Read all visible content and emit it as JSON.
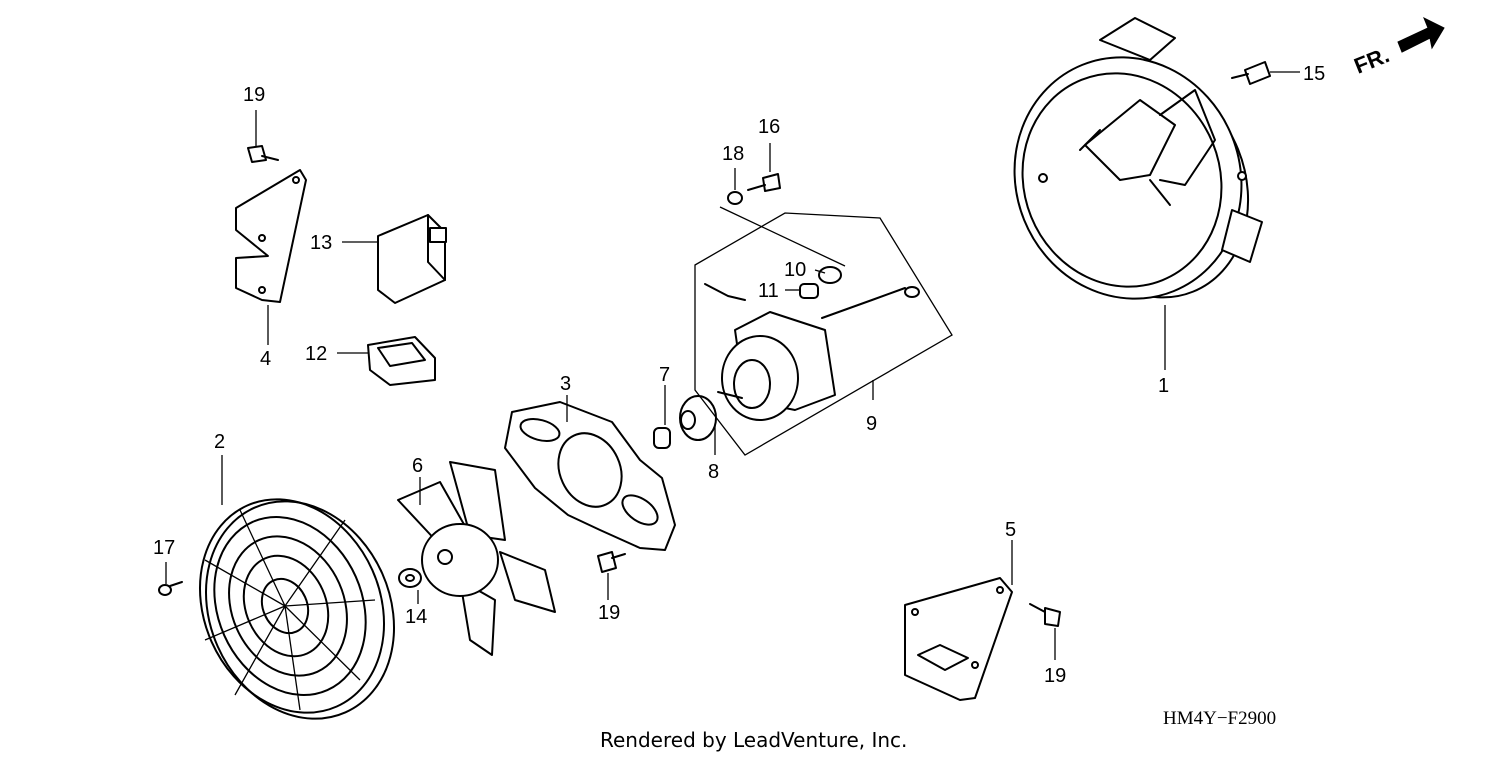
{
  "callouts": [
    {
      "id": "p1",
      "text": "1"
    },
    {
      "id": "p2",
      "text": "2"
    },
    {
      "id": "p3",
      "text": "3"
    },
    {
      "id": "p4",
      "text": "4"
    },
    {
      "id": "p5",
      "text": "5"
    },
    {
      "id": "p6",
      "text": "6"
    },
    {
      "id": "p7",
      "text": "7"
    },
    {
      "id": "p8",
      "text": "8"
    },
    {
      "id": "p9",
      "text": "9"
    },
    {
      "id": "p10",
      "text": "10"
    },
    {
      "id": "p11",
      "text": "11"
    },
    {
      "id": "p12",
      "text": "12"
    },
    {
      "id": "p13",
      "text": "13"
    },
    {
      "id": "p14",
      "text": "14"
    },
    {
      "id": "p15",
      "text": "15"
    },
    {
      "id": "p16",
      "text": "16"
    },
    {
      "id": "p17",
      "text": "17"
    },
    {
      "id": "p18",
      "text": "18"
    },
    {
      "id": "p19a",
      "text": "19"
    },
    {
      "id": "p19b",
      "text": "19"
    },
    {
      "id": "p19c",
      "text": "19"
    }
  ],
  "direction_label": "FR.",
  "diagram_code": "HM4Y−F2900",
  "credit": "Rendered by LeadVenture, Inc."
}
